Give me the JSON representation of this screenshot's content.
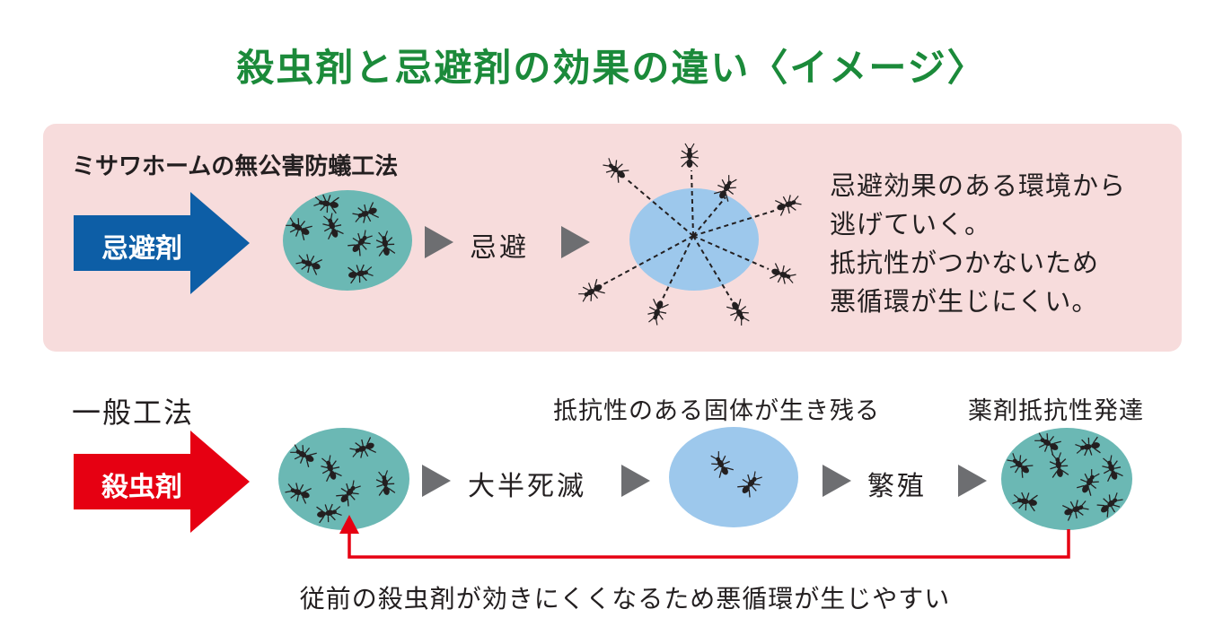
{
  "title": "殺虫剤と忌避剤の効果の違い〈イメージ〉",
  "repellent_section": {
    "title": "ミサワホームの無公害防蟻工法",
    "arrow_label": "忌避剤",
    "step_label": "忌避",
    "description": [
      "忌避効果のある環境から",
      "逃げていく。",
      "抵抗性がつかないため",
      "悪循環が生じにくい。"
    ]
  },
  "insecticide_section": {
    "title": "一般工法",
    "arrow_label": "殺虫剤",
    "steps": [
      "大半死滅",
      "繁殖"
    ],
    "captions": [
      "抵抗性のある固体が生き残る",
      "薬剤抵抗性発達"
    ],
    "loop_caption": "従前の殺虫剤が効きにくくなるため悪循環が生じやすい"
  },
  "colors": {
    "title_green": "#1b8a3a",
    "panel_pink": "#f7dcdc",
    "repellent_blue": "#0d5ea6",
    "insecticide_red": "#e60012",
    "teal": "#6bb8b4",
    "light_blue": "#9dc8ec",
    "triangle_gray": "#6d6e71",
    "loop_red": "#e60012"
  }
}
